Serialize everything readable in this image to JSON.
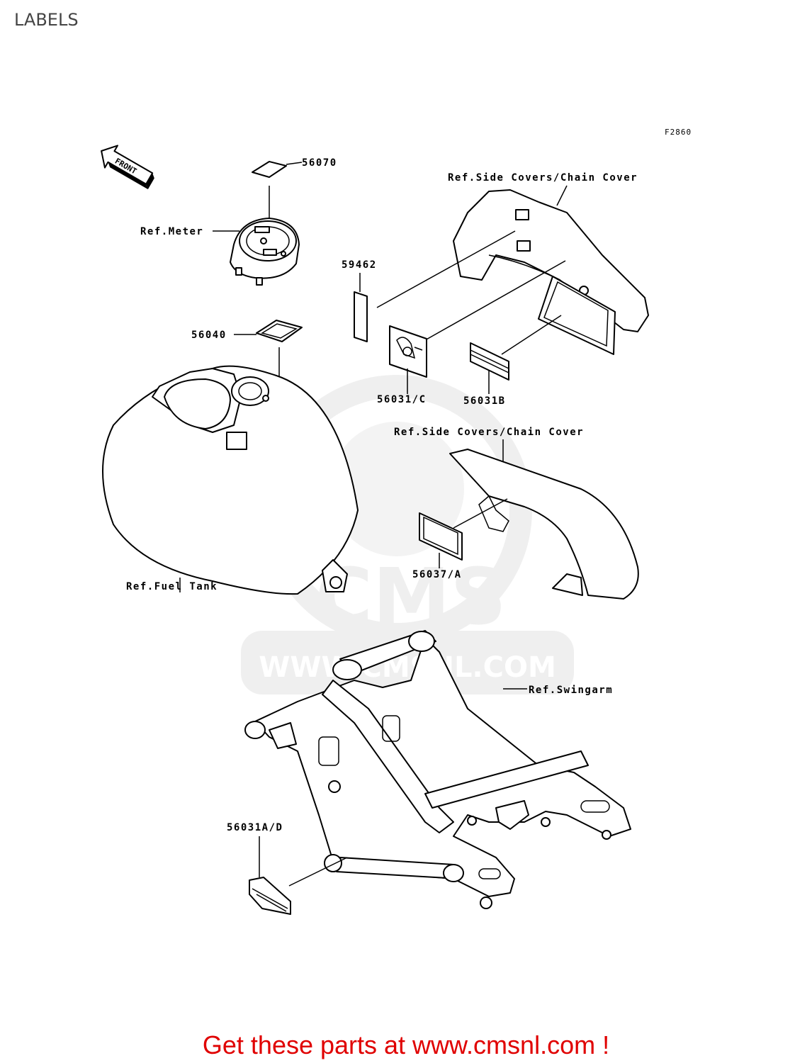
{
  "page": {
    "title": "LABELS"
  },
  "figure": {
    "code": "F2860"
  },
  "front_arrow": {
    "label": "FRONT"
  },
  "callouts": {
    "p56070": "56070",
    "ref_meter": "Ref.Meter",
    "ref_side_covers_top": "Ref.Side Covers/Chain Cover",
    "p59462": "59462",
    "p56040": "56040",
    "p56031c": "56031/C",
    "p56031b": "56031B",
    "ref_side_covers_mid": "Ref.Side Covers/Chain Cover",
    "p56037a": "56037/A",
    "ref_fuel_tank": "Ref.Fuel Tank",
    "ref_swingarm": "Ref.Swingarm",
    "p56031ad": "56031A/D"
  },
  "watermark": {
    "text": "CMS",
    "url": "WWW.CMSNL.COM"
  },
  "footer": {
    "text": "Get these parts at www.cmsnl.com !"
  }
}
